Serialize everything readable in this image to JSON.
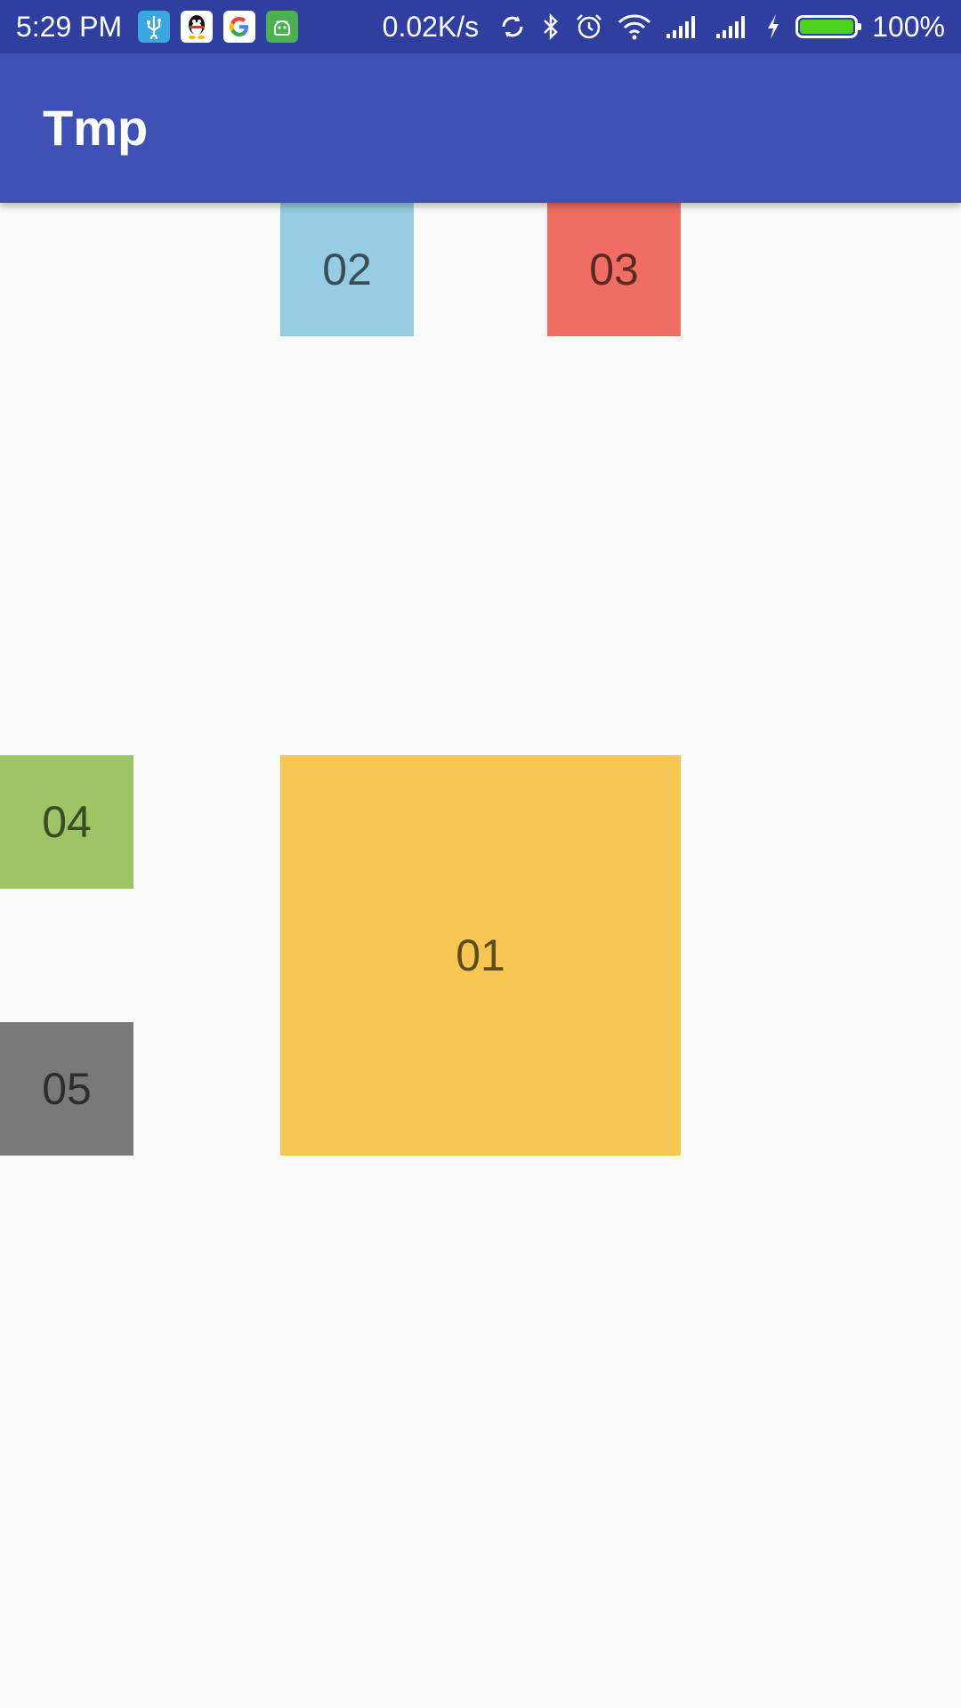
{
  "status_bar": {
    "time": "5:29  PM",
    "network_speed": "0.02K/s",
    "battery_percent": "100%",
    "battery_level": 1.0,
    "notification_icons": [
      "usb-icon",
      "qq-penguin-icon",
      "google-icon",
      "android-app-icon"
    ],
    "status_icons": [
      "sync-icon",
      "bluetooth-icon",
      "alarm-icon",
      "wifi-icon",
      "signal-icon",
      "signal-icon",
      "charging-icon",
      "battery-icon"
    ]
  },
  "app_bar": {
    "title": "Tmp"
  },
  "tiles": [
    {
      "label": "01",
      "color": "#f6c552"
    },
    {
      "label": "02",
      "color": "#96cce4"
    },
    {
      "label": "03",
      "color": "#f06e63"
    },
    {
      "label": "04",
      "color": "#9dc565"
    },
    {
      "label": "05",
      "color": "#797979"
    }
  ],
  "colors": {
    "status_bar": "#303f9f",
    "app_bar": "#3f51b5",
    "background": "#fafafa"
  }
}
